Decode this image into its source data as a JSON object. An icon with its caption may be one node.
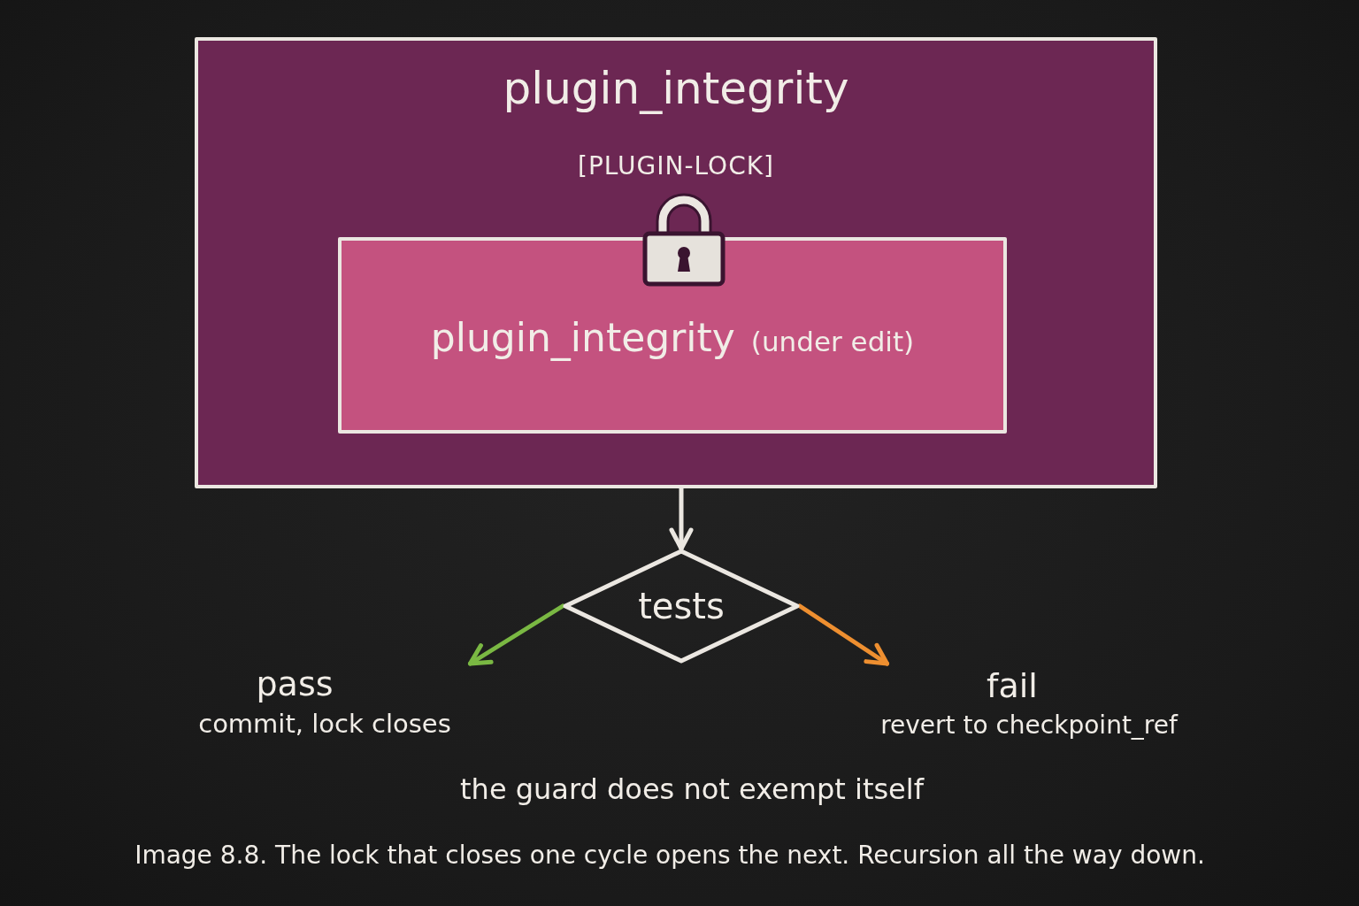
{
  "diagram": {
    "caption": "Image 8.8. The lock that closes one cycle opens the next. Recursion all the way down.",
    "nodes": [
      {
        "text": [
          "plugin_integrity",
          "[PLUGIN-LOCK]"
        ]
      },
      {
        "text": [
          "plugin_integrity",
          "(under edit)"
        ],
        "in": 0
      },
      {
        "text": [
          "tests"
        ]
      },
      {
        "text": [
          "pass",
          "commit, lock closes"
        ]
      },
      {
        "text": [
          "fail",
          "revert to checkpoint_ref"
        ]
      }
    ],
    "edges": [
      {
        "from": 0,
        "to": 2,
        "arrow": "to"
      },
      {
        "from": 2,
        "to": 3,
        "arrow": "to",
        "color": "#7ab843"
      },
      {
        "from": 2,
        "to": 4,
        "arrow": "to",
        "color": "#ee8f30"
      }
    ],
    "labels": [
      "the guard does not exempt itself"
    ]
  }
}
